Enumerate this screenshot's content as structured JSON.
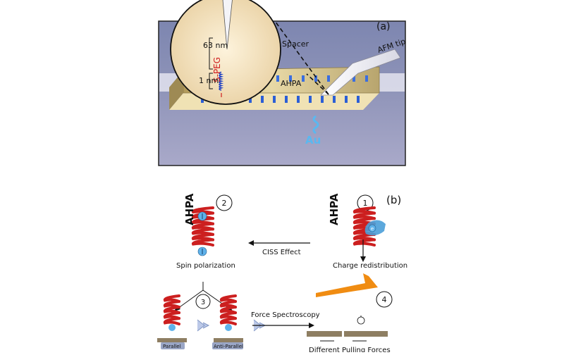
{
  "figure": {
    "orientation": "rotated-180",
    "panel_b": {
      "label": "(b)",
      "steps": [
        {
          "number": "1",
          "molecule": "AHPA",
          "caption": "Charge redistribution"
        },
        {
          "number": "2",
          "molecule": "AHPA",
          "caption": "Spin polarization"
        },
        {
          "number": "3",
          "left_label": "Parallel",
          "right_label": "Anti-Parallel"
        },
        {
          "number": "4",
          "caption": "Different Pulling Forces"
        }
      ],
      "arrows": {
        "ciss": "CISS Effect",
        "force": "Force Spectroscopy"
      },
      "electron_symbol": "e"
    },
    "panel_a": {
      "label": "(a)",
      "au": "Au",
      "tip": "AFM tip",
      "inset": {
        "top_label": "AHPA",
        "top_size": "1 nm",
        "spacer_label": "Spacer",
        "spacer_name": "S-PEG",
        "spacer_size": "63 nm"
      }
    },
    "colors": {
      "helix": "#cc1f1f",
      "spin": "#4a9fd8",
      "orange": "#f08c12",
      "surface": "#8e7e62",
      "backdrop": "#9fa5c4",
      "gold": "#d8c07a"
    }
  }
}
